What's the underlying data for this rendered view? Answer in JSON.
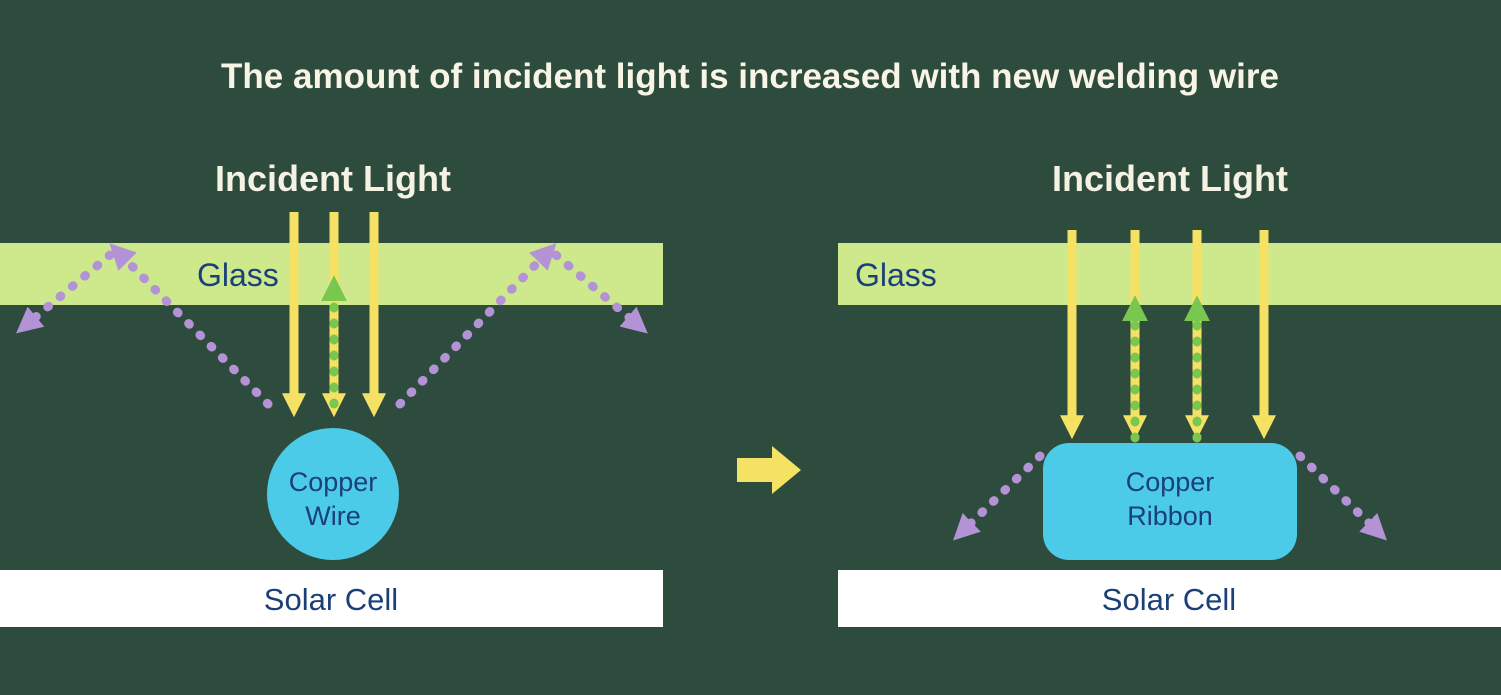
{
  "title": "The amount of incident light is increased with new welding wire",
  "colors": {
    "background": "#2e4c3d",
    "title_text": "#f9f5e6",
    "glass_fill": "#cde98c",
    "label_navy": "#1b4079",
    "incident_yellow": "#f5e163",
    "scattered_purple": "#b492d6",
    "reflected_green": "#7ac74f",
    "component_cyan": "#4ccbe8",
    "solar_cell_white": "#ffffff"
  },
  "icons": {
    "incident_ray": "yellow-down-arrow",
    "reflected_ray": "green-dotted-up-arrow",
    "scattered_ray": "purple-dotted-arrow",
    "transition": "yellow-right-arrow"
  },
  "left_panel": {
    "heading": "Incident Light",
    "glass_label": "Glass",
    "component_line1": "Copper",
    "component_line2": "Wire",
    "base_label": "Solar Cell"
  },
  "right_panel": {
    "heading": "Incident Light",
    "glass_label": "Glass",
    "component_line1": "Copper",
    "component_line2": "Ribbon",
    "base_label": "Solar Cell"
  }
}
